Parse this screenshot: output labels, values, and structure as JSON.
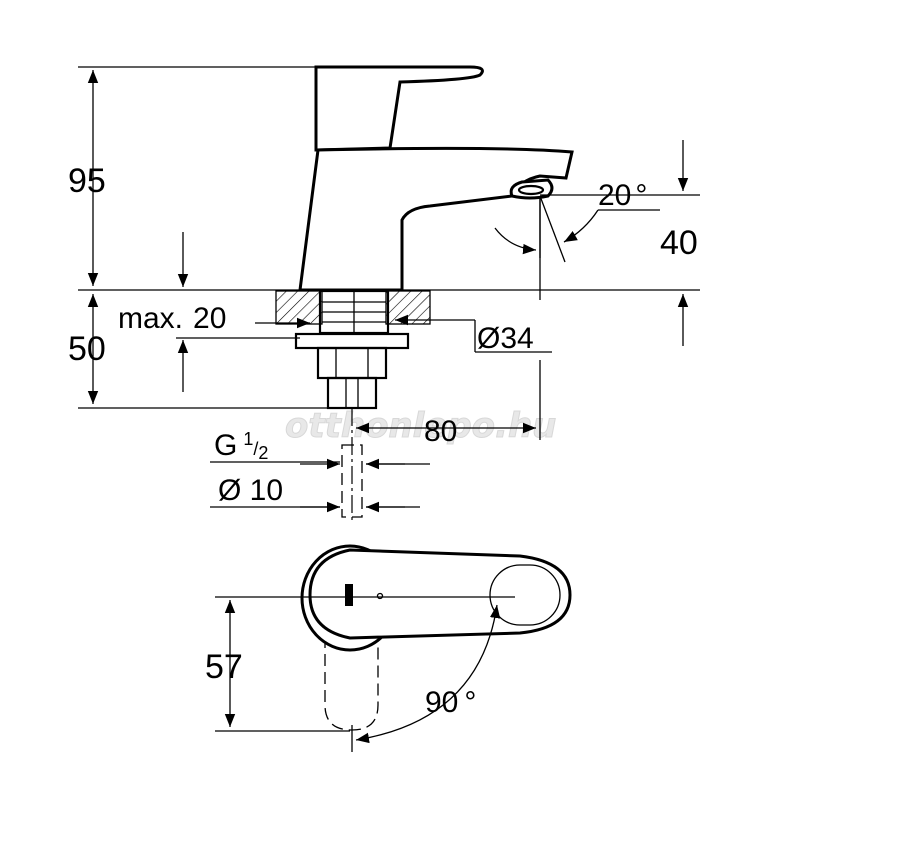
{
  "dimensions": {
    "height_top": "95",
    "height_bottom": "50",
    "spout_height": "40",
    "angle_spout": "20",
    "max_thickness_label": "max.",
    "max_thickness_value": "20",
    "hole_diameter": "Ø34",
    "projection": "80",
    "thread_letter": "G",
    "thread_numerator": "1",
    "thread_denominator": "2",
    "pipe_diameter": "Ø 10",
    "plan_depth": "57",
    "angle_lever": "90"
  },
  "watermark": "otthonlepo.hu",
  "degree_symbol": "°"
}
